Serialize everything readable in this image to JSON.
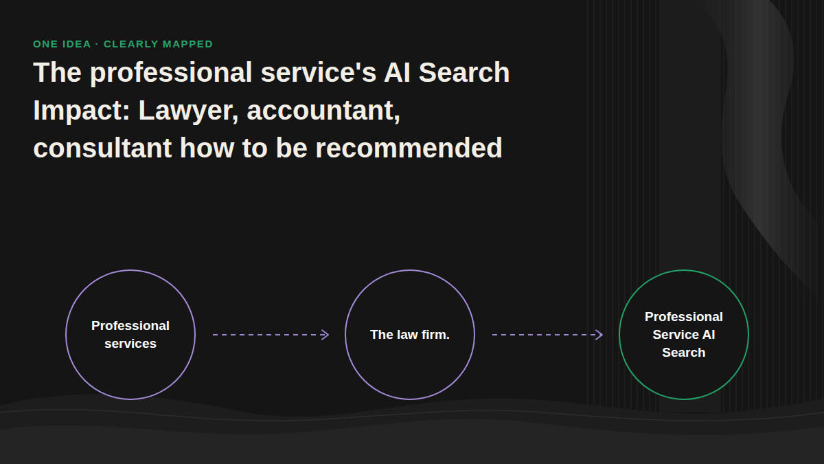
{
  "diagram": {
    "title": "The professional service's AI Search Impact: Lawyer, accountant, consultant how to be recommended",
    "nodes": [
      {
        "text": [
          "Professional services"
        ]
      },
      {
        "text": [
          "The law firm."
        ]
      },
      {
        "text": [
          "Professional Service AI Search"
        ]
      }
    ],
    "edges": [
      {
        "from": 0,
        "to": 1,
        "arrow": "to"
      },
      {
        "from": 1,
        "to": 2,
        "arrow": "to"
      }
    ],
    "labels": [
      "ONE IDEA · CLEARLY MAPPED"
    ]
  }
}
